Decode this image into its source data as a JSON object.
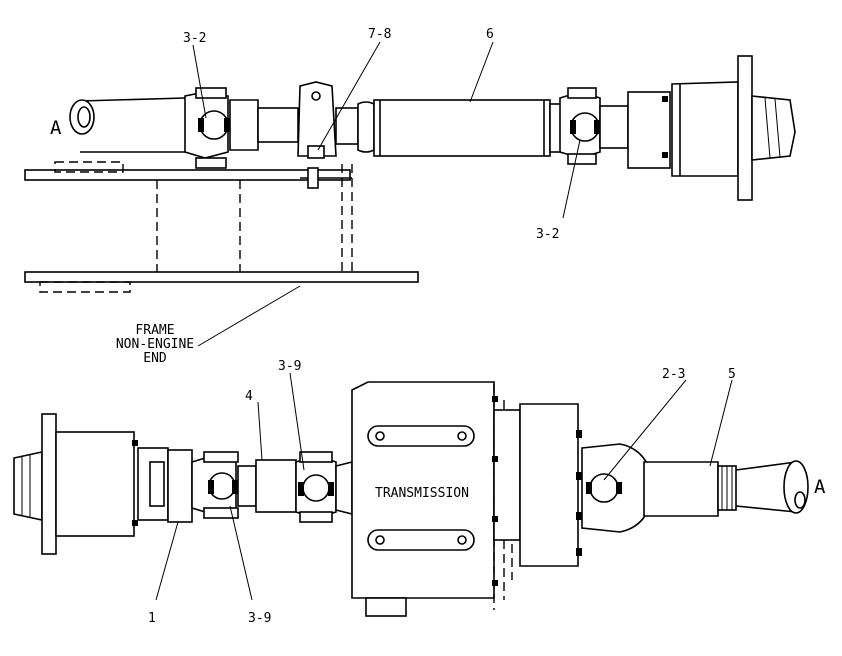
{
  "labels": {
    "top_ujoint_left": "3-2",
    "top_bearing": "7-8",
    "top_shaft": "6",
    "top_ujoint_right": "3-2",
    "top_marker": "A",
    "frame_line1": "FRAME",
    "frame_line2": "NON-ENGINE",
    "frame_line3": "END",
    "bottom_ujoint_upper": "3-9",
    "bottom_shaft": "4",
    "bottom_yoke": "2-3",
    "bottom_stub": "5",
    "bottom_flange": "1",
    "bottom_ujoint_lower": "3-9",
    "bottom_marker": "A",
    "transmission": "TRANSMISSION"
  }
}
